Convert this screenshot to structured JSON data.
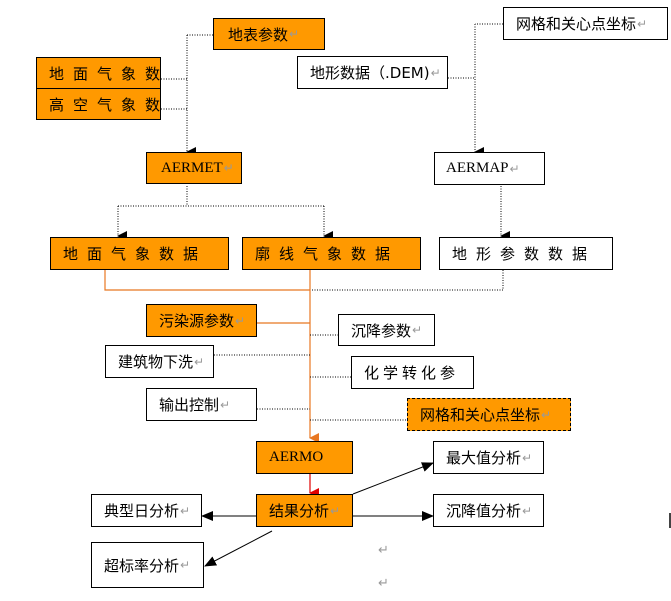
{
  "title": "AERMOD 模型流程图",
  "nodes": {
    "surface_params": "地表参数",
    "surface_met": "地面气象数",
    "upper_met": "高空气象数",
    "aermet": "AERMET",
    "grid_coords_top": "网格和关心点坐标",
    "dem_data": "地形数据（.DEM)",
    "aermap": "AERMAP",
    "surface_met_data": "地面气象数据",
    "profile_met_data": "廓线气象数据",
    "terrain_param_data": "地形参数数据",
    "source_params": "污染源参数",
    "deposition_params": "沉降参数",
    "building_downwash": "建筑物下洗",
    "chem_transform": "化学转化参",
    "output_control": "输出控制",
    "grid_coords_mid": "网格和关心点坐标",
    "aermod": "AERMO",
    "result_analysis": "结果分析",
    "max_value_analysis": "最大值分析",
    "typical_day_analysis": "典型日分析",
    "deposition_value_analysis": "沉降值分析",
    "exceedance_rate_analysis": "超标率分析"
  },
  "paragraph_mark": "↵",
  "colors": {
    "orange_fill": "#ff9900",
    "orange_line": "#e87722",
    "red_arrow": "#e00000",
    "black": "#000000"
  }
}
